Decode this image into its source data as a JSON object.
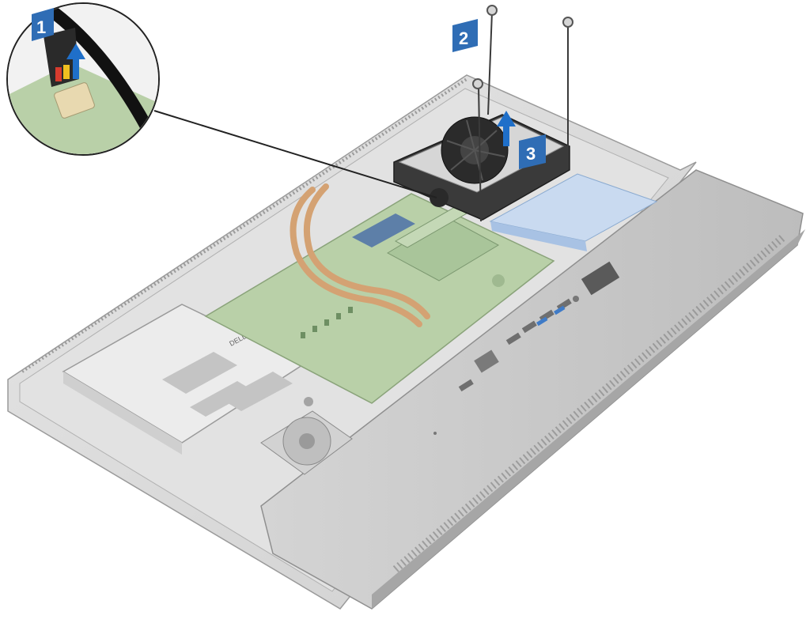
{
  "figure": {
    "steps": [
      {
        "label": "1",
        "action": "disconnect-fan-cable"
      },
      {
        "label": "2",
        "action": "remove-screws"
      },
      {
        "label": "3",
        "action": "lift-fan"
      }
    ],
    "colors": {
      "callout_blue": "#2f6db5",
      "arrow_blue": "#1f6fc9",
      "chassis_gray": "#d9d9d9",
      "board_green": "#b7cfa6",
      "heatpipe_copper": "#d6a77a",
      "fan_dark": "#2a2a2a"
    },
    "logo_text": "DELL"
  }
}
